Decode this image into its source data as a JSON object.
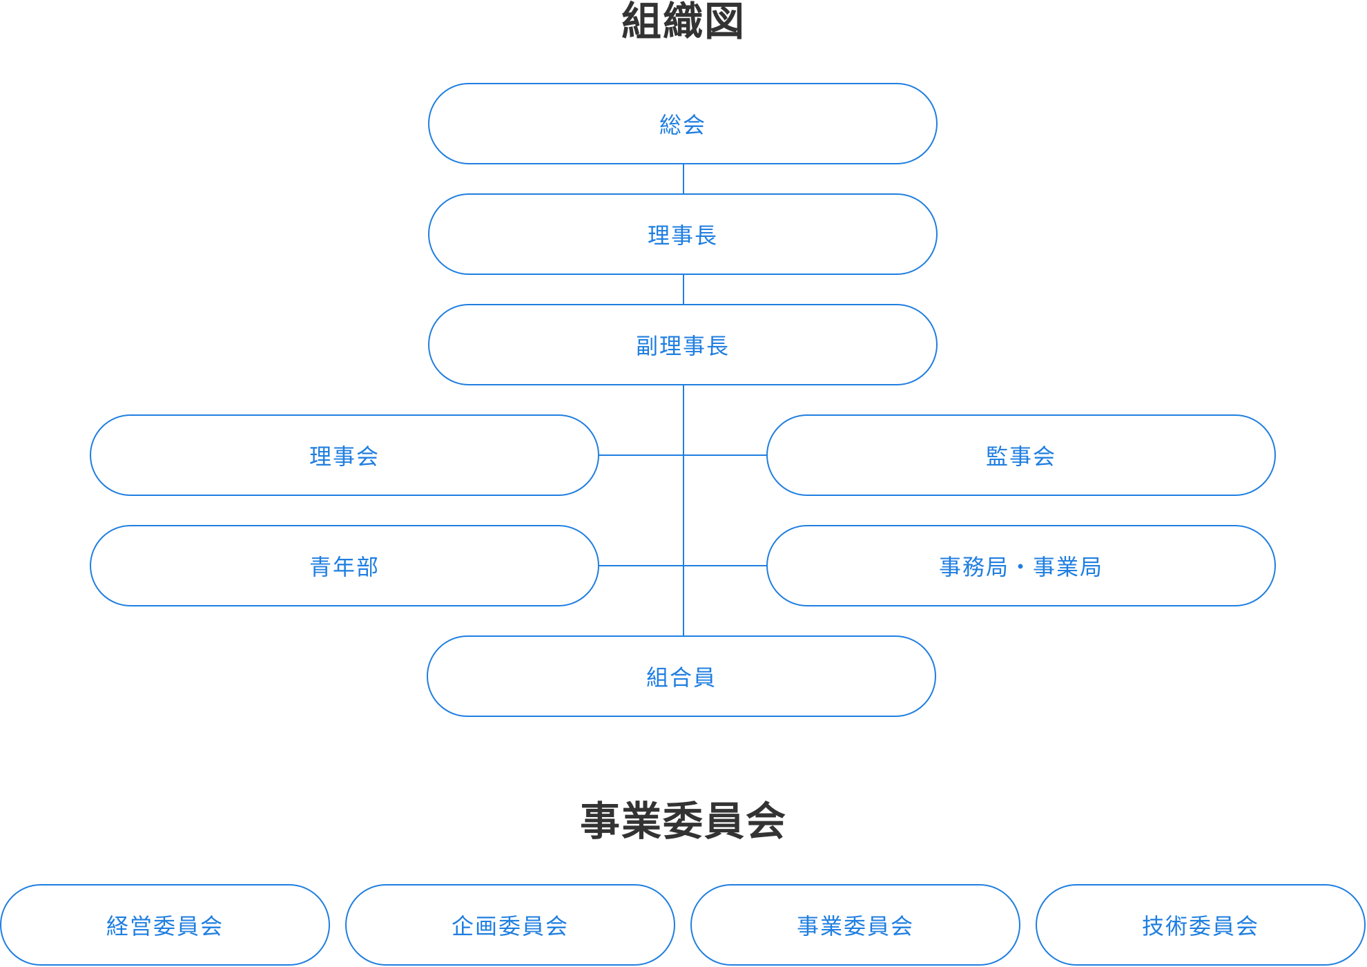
{
  "org_chart": {
    "title": "組織図",
    "nodes": {
      "soukai": "総会",
      "rijichou": "理事長",
      "fukurijichou": "副理事長",
      "rijikai": "理事会",
      "kanjikai": "監事会",
      "seinenbu": "青年部",
      "jimukyoku": "事務局・事業局",
      "kumiaiin": "組合員"
    },
    "line_color": "#1f7ee0"
  },
  "committees": {
    "title": "事業委員会",
    "items": [
      "経営委員会",
      "企画委員会",
      "事業委員会",
      "技術委員会"
    ]
  },
  "colors": {
    "accent": "#1f7ee0",
    "title_text": "#333333",
    "background": "#ffffff"
  }
}
